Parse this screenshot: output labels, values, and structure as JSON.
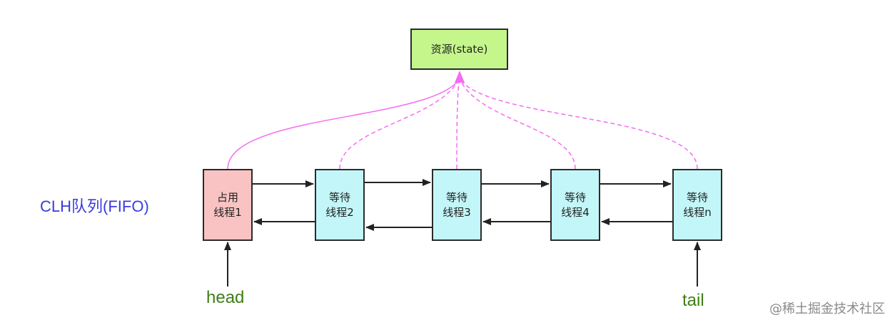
{
  "resource": {
    "label": "资源(state)"
  },
  "queue_label": "CLH队列(FIFO)",
  "nodes": [
    {
      "line1": "占用",
      "line2": "线程1",
      "role": "holder"
    },
    {
      "line1": "等待",
      "line2": "线程2",
      "role": "waiting"
    },
    {
      "line1": "等待",
      "line2": "线程3",
      "role": "waiting"
    },
    {
      "line1": "等待",
      "line2": "线程4",
      "role": "waiting"
    },
    {
      "line1": "等待",
      "line2": "线程n",
      "role": "waiting"
    }
  ],
  "pointers": {
    "head": "head",
    "tail": "tail"
  },
  "watermark": "@稀土掘金技术社区",
  "colors": {
    "resource_fill": "#c4f68c",
    "holder_fill": "#f9c3c3",
    "waiting_fill": "#c3f6f8",
    "link_pink": "#f56cf2",
    "queue_label": "#3b3bdc",
    "pointer_label": "#3f7d16"
  }
}
